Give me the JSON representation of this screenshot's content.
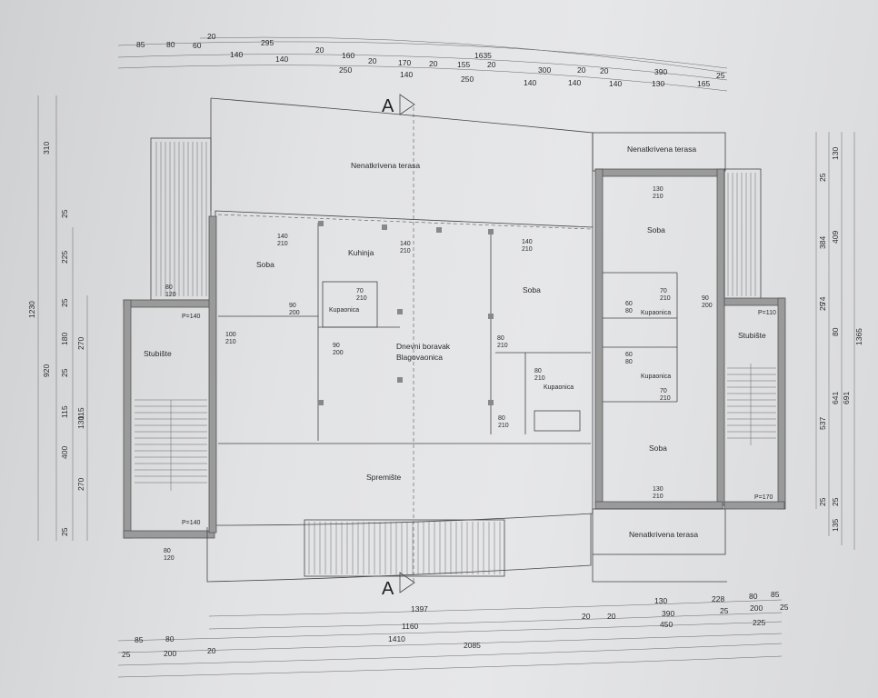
{
  "section_marker": "A",
  "rooms": {
    "terrace_top": "Nenatkrivena terasa",
    "terrace_right_top": "Nenatkrivena terasa",
    "terrace_right_bottom": "Nenatkrivena terasa",
    "soba_left": "Soba",
    "kuhinja": "Kuhinja",
    "soba_mid": "Soba",
    "soba_right_top": "Soba",
    "soba_right_bottom": "Soba",
    "dnevni_1": "Dnevni boravak",
    "dnevni_2": "Blagovaonica",
    "stubiste_left": "Stubište",
    "stubiste_right": "Stubište",
    "spremiste": "Spremište",
    "kupaonica_1": "Kupaonica",
    "kupaonica_2": "Kupaonica",
    "kupaonica_3": "Kupaonica",
    "kupaonica_4": "Kupaonica"
  },
  "top_dims": {
    "row1": [
      "85",
      "80",
      "60",
      "20",
      "295",
      "20",
      "160",
      "20",
      "170",
      "20",
      "155",
      "20",
      "300",
      "20",
      "20",
      "390",
      "25"
    ],
    "row1_total": "1635",
    "row2": [
      "140",
      "140",
      "250",
      "140",
      "250",
      "140",
      "140",
      "140",
      "130",
      "165"
    ]
  },
  "bottom_dims": {
    "row1": [
      "1397",
      "130",
      "228",
      "80",
      "85"
    ],
    "row2": [
      "20",
      "20",
      "390",
      "25",
      "200",
      "25"
    ],
    "row3": [
      "1160",
      "450",
      "225"
    ],
    "row4": [
      "85",
      "80"
    ],
    "row5": [
      "25",
      "200",
      "20",
      "1410",
      "2085"
    ]
  },
  "left_dims": [
    "310",
    "1230",
    "25",
    "225",
    "25",
    "920",
    "180",
    "270",
    "25",
    "115",
    "115",
    "130",
    "400",
    "270",
    "25"
  ],
  "right_dims": [
    "130",
    "25",
    "384",
    "409",
    "74",
    "25",
    "80",
    "537",
    "641",
    "691",
    "1365",
    "25",
    "25",
    "135"
  ],
  "door_labels": [
    "140 210",
    "80 120",
    "90 200",
    "100 210",
    "90 200",
    "140 210",
    "70 210",
    "80 210",
    "80 210",
    "80 210",
    "140 210",
    "130 210",
    "90 200",
    "60 80",
    "60 80",
    "70 210",
    "70 210",
    "130 210",
    "80 120"
  ],
  "stair_labels": [
    "P=140",
    "P=140",
    "P=110",
    "P=170"
  ]
}
